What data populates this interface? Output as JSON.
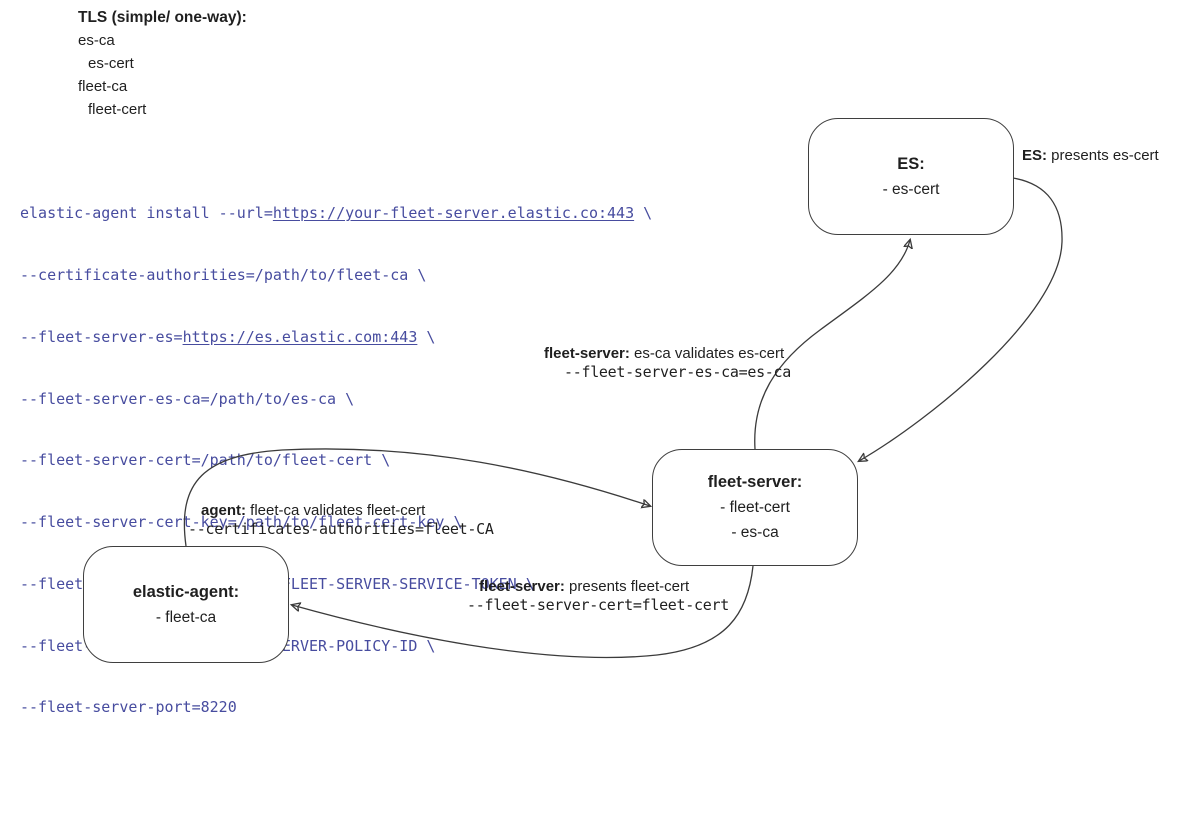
{
  "header": {
    "title": "TLS (simple/ one-way):",
    "items": [
      "es-ca",
      "es-cert",
      "fleet-ca",
      "fleet-cert"
    ]
  },
  "command": {
    "line1": {
      "pre": "elastic-agent install --url=",
      "link": "https://your-fleet-server.elastic.co:443",
      "post": " \\"
    },
    "line2": "--certificate-authorities=/path/to/fleet-ca \\",
    "line3": {
      "pre": "--fleet-server-es=",
      "link": "https://es.elastic.com:443",
      "post": " \\"
    },
    "line4": "--fleet-server-es-ca=/path/to/es-ca \\",
    "line5": "--fleet-server-cert=/path/to/fleet-cert \\",
    "line6": "--fleet-server-cert-key=/path/to/fleet-cert-key \\",
    "line7": "--fleet-server-service-token=FLEET-SERVER-SERVICE-TOKEN \\",
    "line8": "--fleet-server-policy=FLEET-SERVER-POLICY-ID \\",
    "line9": "--fleet-server-port=8220"
  },
  "nodes": {
    "es": {
      "title": "ES:",
      "items": [
        "- es-cert"
      ]
    },
    "fleet_server": {
      "title": "fleet-server:",
      "items": [
        "- fleet-cert",
        "- es-ca"
      ]
    },
    "elastic_agent": {
      "title": "elastic-agent:",
      "items": [
        "- fleet-ca"
      ]
    }
  },
  "edge_labels": {
    "es_presents": {
      "bold": "ES:",
      "text": " presents es-cert"
    },
    "fleet_validates": {
      "bold": "fleet-server:",
      "text": " es-ca validates es-cert",
      "mono": "--fleet-server-es-ca=es-ca"
    },
    "agent_validates": {
      "bold": "agent:",
      "text": " fleet-ca validates fleet-cert",
      "mono": "--certificates-authorities=fleet-CA"
    },
    "fleet_presents": {
      "bold": "fleet-server:",
      "text": " presents fleet-cert",
      "mono": "--fleet-server-cert=fleet-cert"
    }
  },
  "colors": {
    "command_text": "#474c9f",
    "diagram_stroke": "#3b3b3b",
    "text": "#1f1f1f"
  }
}
